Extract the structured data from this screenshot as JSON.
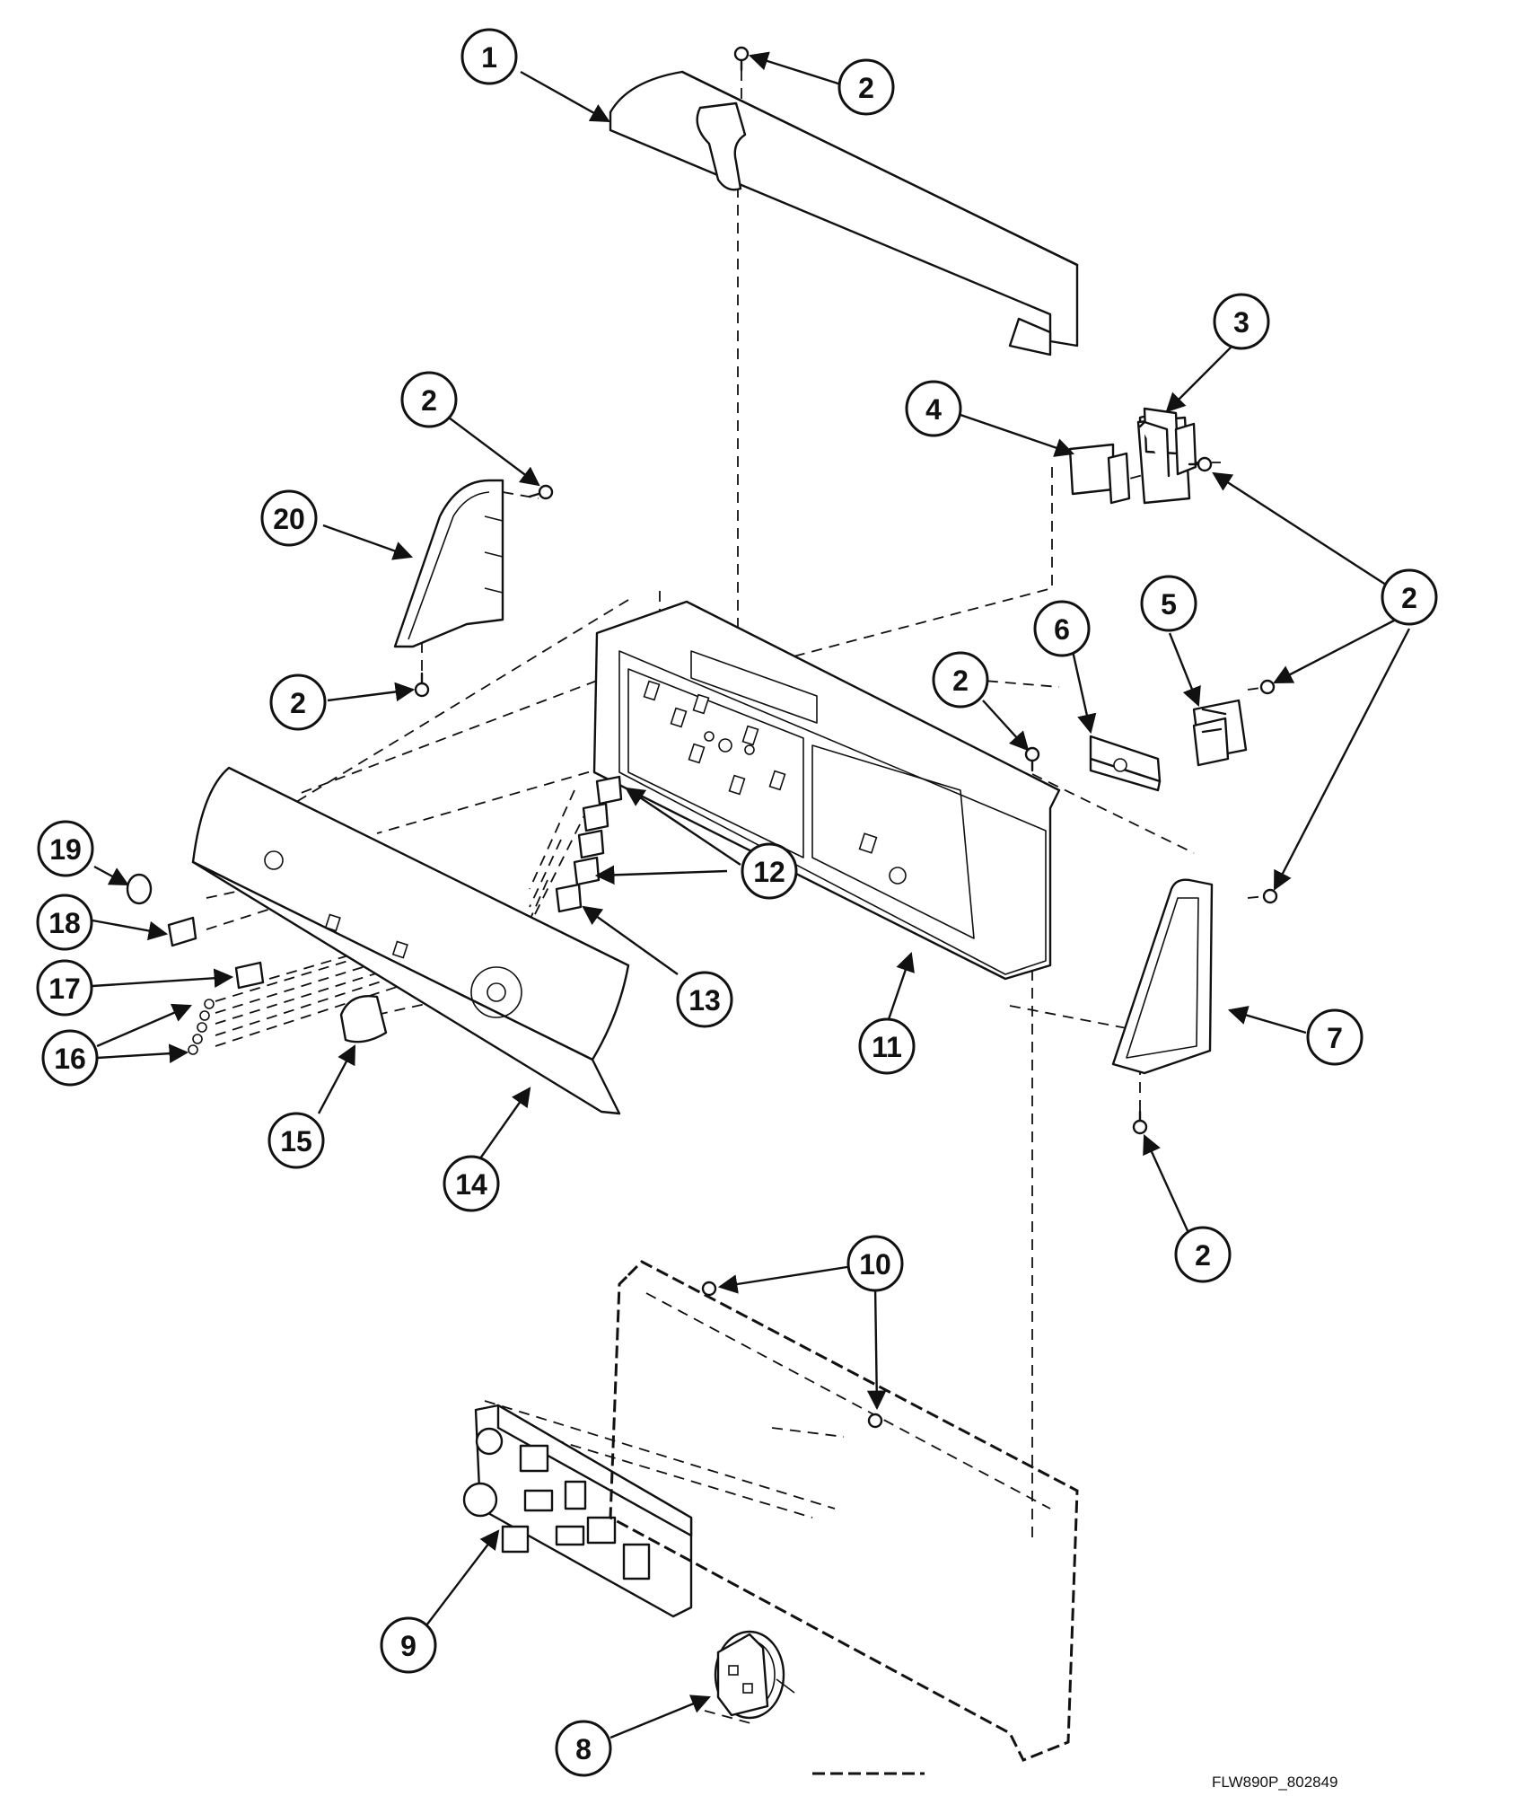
{
  "diagram": {
    "drawing_id": "FLW890P_802849",
    "callouts": [
      {
        "id": "c1",
        "label": "1"
      },
      {
        "id": "c2a",
        "label": "2"
      },
      {
        "id": "c3",
        "label": "3"
      },
      {
        "id": "c4",
        "label": "4"
      },
      {
        "id": "c2b",
        "label": "2"
      },
      {
        "id": "c20",
        "label": "20"
      },
      {
        "id": "c2c",
        "label": "2"
      },
      {
        "id": "c2d",
        "label": "2"
      },
      {
        "id": "c5",
        "label": "5"
      },
      {
        "id": "c6",
        "label": "6"
      },
      {
        "id": "c2e",
        "label": "2"
      },
      {
        "id": "c19",
        "label": "19"
      },
      {
        "id": "c12",
        "label": "12"
      },
      {
        "id": "c18",
        "label": "18"
      },
      {
        "id": "c17",
        "label": "17"
      },
      {
        "id": "c13",
        "label": "13"
      },
      {
        "id": "c16",
        "label": "16"
      },
      {
        "id": "c11",
        "label": "11"
      },
      {
        "id": "c7",
        "label": "7"
      },
      {
        "id": "c15",
        "label": "15"
      },
      {
        "id": "c14",
        "label": "14"
      },
      {
        "id": "c2f",
        "label": "2"
      },
      {
        "id": "c10",
        "label": "10"
      },
      {
        "id": "c9",
        "label": "9"
      },
      {
        "id": "c8",
        "label": "8"
      }
    ]
  }
}
